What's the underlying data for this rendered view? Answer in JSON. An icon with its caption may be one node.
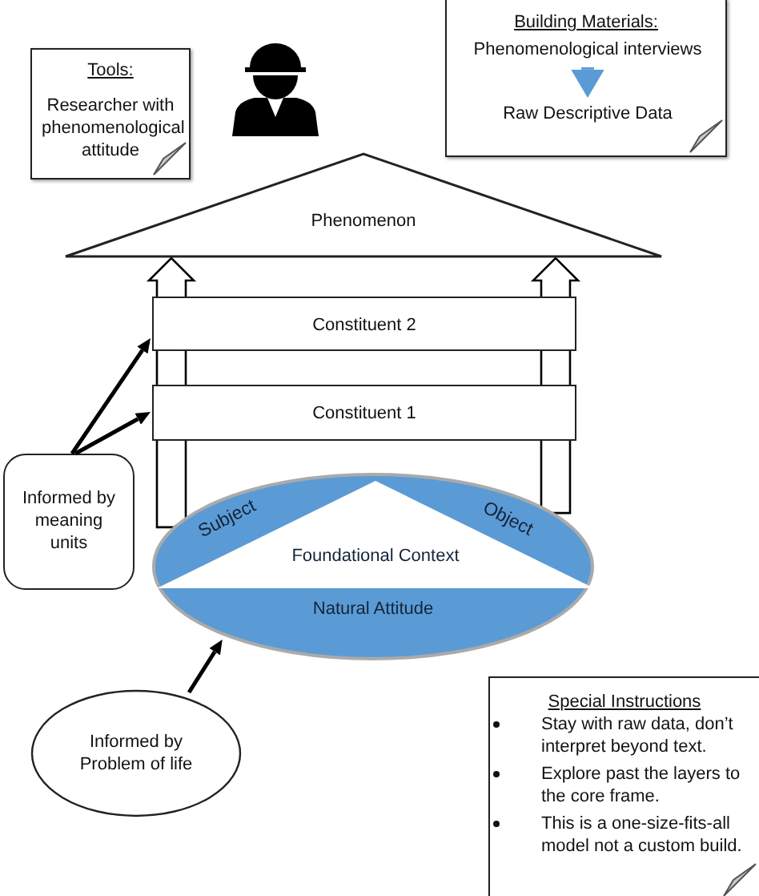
{
  "diagram": {
    "nodes": [
      {
        "text": [
          "Tools:",
          "Researcher with phenomenological attitude"
        ]
      },
      {
        "text": [
          "Building Materials:"
        ]
      },
      {
        "text": [
          "Phenomenological interviews"
        ],
        "in": 1
      },
      {
        "text": [
          "Raw Descriptive Data"
        ],
        "in": 1
      },
      {
        "text": [
          "Phenomenon"
        ]
      },
      {
        "text": [
          "Constituent 2"
        ]
      },
      {
        "text": [
          "Constituent 1"
        ]
      },
      {
        "text": [
          "Informed by meaning units"
        ]
      },
      {
        "text": [
          "Natural Attitude"
        ]
      },
      {
        "text": [
          "Foundational Context"
        ],
        "in": 8
      },
      {
        "text": [
          "Informed by Problem of life"
        ]
      },
      {
        "text": [
          "Special Instructions",
          "Stay with raw data, don’t interpret beyond text.",
          "Explore past the layers to the core frame.",
          "This is a one-size-fits-all model not a custom build."
        ]
      }
    ],
    "edges": [
      {
        "from": 2,
        "to": 3,
        "arrow": "to",
        "style": "thick",
        "color": "#5b9bd5"
      },
      {
        "from": 8,
        "to": 4,
        "arrow": "to"
      },
      {
        "from": 8,
        "to": 4,
        "arrow": "to"
      },
      {
        "from": 7,
        "to": 6,
        "arrow": "to"
      },
      {
        "from": 7,
        "to": 5,
        "arrow": "to"
      },
      {
        "from": 10,
        "to": 8,
        "arrow": "to"
      }
    ],
    "labels": [
      "Subject",
      "Object"
    ]
  }
}
